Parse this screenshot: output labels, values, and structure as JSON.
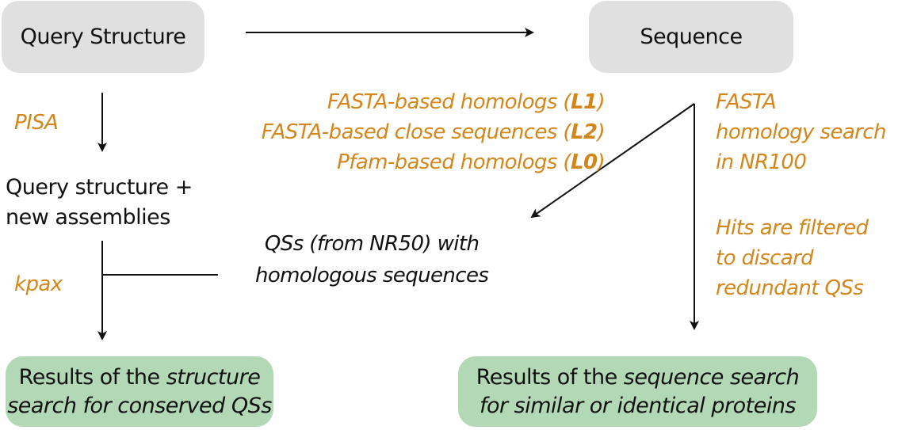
{
  "colors": {
    "annotation": "#d4861a",
    "process_box": "#e0e0e0",
    "result_box": "#b3d8b5",
    "arrow": "#111111"
  },
  "nodes": {
    "query_structure": "Query Structure",
    "sequence": "Sequence",
    "query_plus_assemblies": [
      "Query structure +",
      "new assemblies"
    ],
    "qss_homologous": [
      "QSs (from NR50) with",
      "homologous sequences"
    ],
    "result_structure": {
      "line1_plain": "Results of the ",
      "line1_italic": "structure",
      "line2_italic": "search for conserved QSs"
    },
    "result_sequence": {
      "line1_plain": "Results of the ",
      "line1_italic": "sequence search",
      "line2_italic": "for similar or identical proteins"
    }
  },
  "annotations": {
    "pisa": "PISA",
    "kpax": "kpax",
    "homolog_levels": [
      {
        "text": "FASTA-based homologs (",
        "level": "L1",
        "close": ")"
      },
      {
        "text": "FASTA-based close sequences (",
        "level": "L2",
        "close": ")"
      },
      {
        "text": "Pfam-based homologs (",
        "level": "L0",
        "close": ")"
      }
    ],
    "fasta_search": [
      "FASTA",
      "homology search",
      "in NR100"
    ],
    "filter_note": [
      "Hits are filtered",
      "to discard",
      "redundant QSs"
    ]
  }
}
